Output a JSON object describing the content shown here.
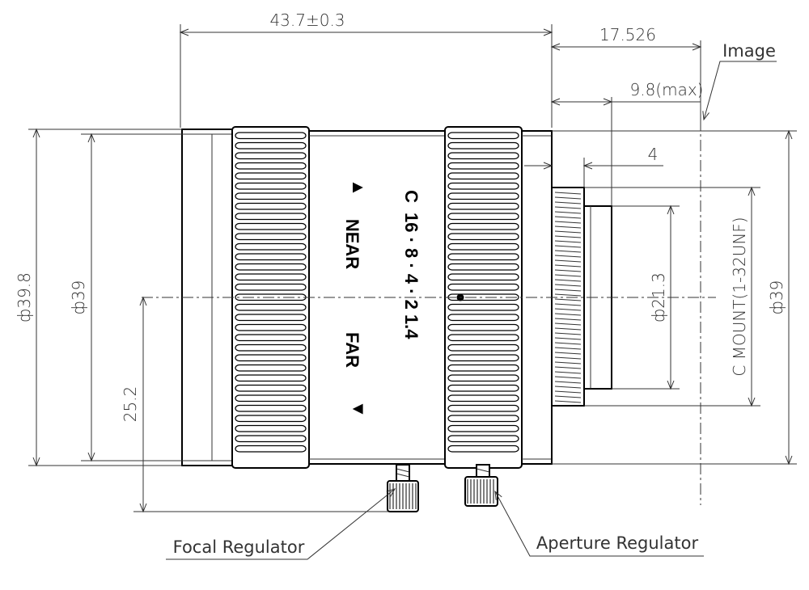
{
  "dimensions": {
    "overall_length": "43.7±0.3",
    "flange_to_image": "17.526",
    "back_protrusion": "9.8(max)",
    "mount_step": "4",
    "body_diameter_max": "ф39.8",
    "body_diameter": "ф39",
    "axis_height": "25.2",
    "rear_barrel_diameter": "ф21.3",
    "mount_thread": "C MOUNT(1-32UNF)",
    "rear_diameter": "ф39"
  },
  "labels": {
    "image_plane": "Image",
    "focal_regulator": "Focal Regulator",
    "aperture_regulator": "Aperture Regulator"
  },
  "lens_markings": {
    "near_arrow": "▲",
    "near": "NEAR",
    "far": "FAR",
    "far_arrow": "▼",
    "mount": "C",
    "f_numbers": "16 · 8 · 4 · 2   1.4"
  }
}
